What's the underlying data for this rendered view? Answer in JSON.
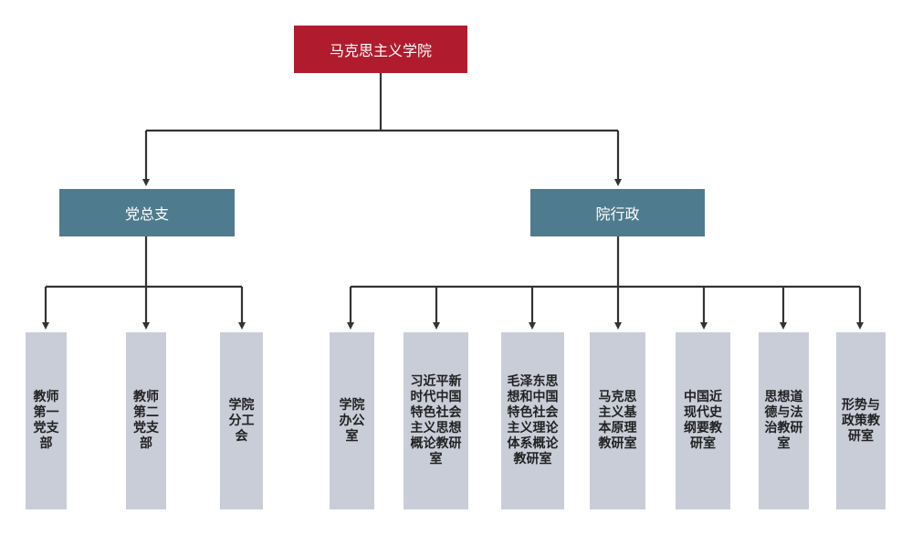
{
  "root": {
    "label": "马克思主义学院"
  },
  "branches": [
    {
      "label": "党总支"
    },
    {
      "label": "院行政"
    }
  ],
  "party_units": [
    "教师第一党支部",
    "教师第二党支部",
    "学院分工会"
  ],
  "admin_units": [
    "学院办公室",
    "习近平新时代中国特色社会主义思想概论教研室",
    "毛泽东思想和中国特色社会主义理论体系概论教研室",
    "马克思主义基本原理教研室",
    "中国近现代史纲要教研室",
    "思想道德与法治教研室",
    "形势与政策教研室"
  ],
  "colors": {
    "root": "#b01c2e",
    "branch": "#4f7b8e",
    "leaf": "#c9cdd8",
    "connector": "#333333"
  }
}
